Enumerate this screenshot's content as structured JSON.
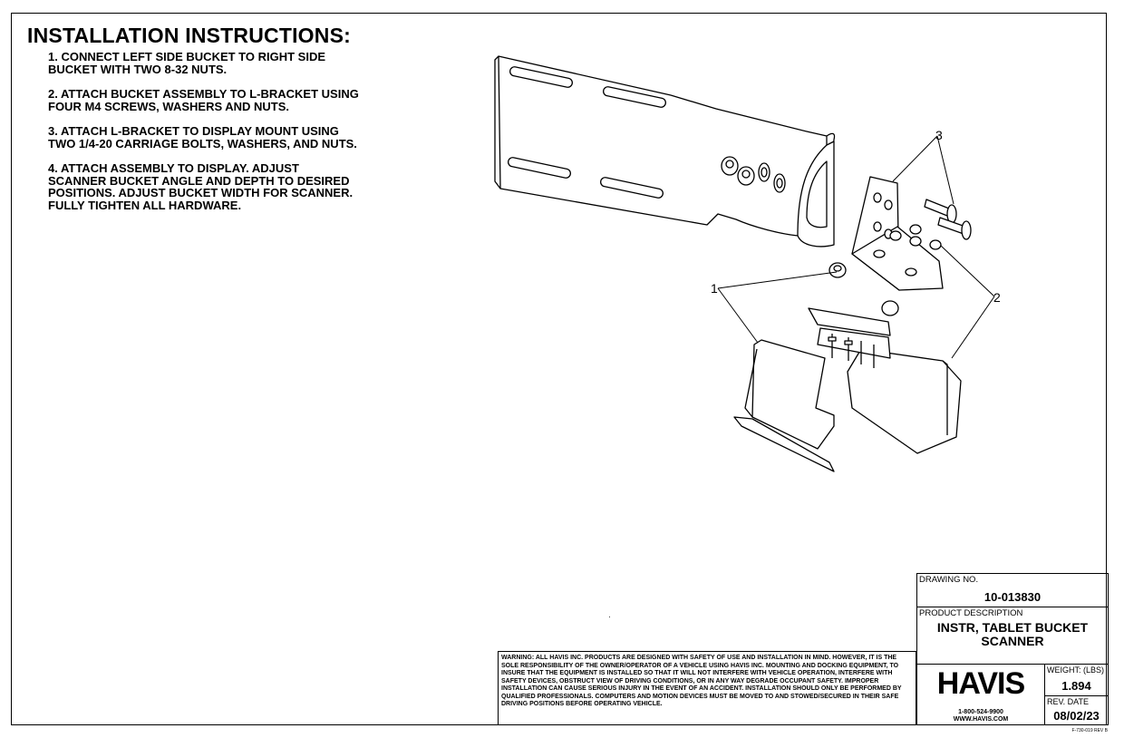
{
  "instructions": {
    "title": "INSTALLATION INSTRUCTIONS:",
    "steps": [
      "1.  CONNECT LEFT SIDE BUCKET TO RIGHT SIDE\nBUCKET WITH TWO 8-32 NUTS.",
      "2.  ATTACH BUCKET ASSEMBLY TO L-BRACKET USING\nFOUR M4 SCREWS, WASHERS AND NUTS.",
      "3.  ATTACH L-BRACKET TO DISPLAY MOUNT USING\nTWO 1/4-20 CARRIAGE BOLTS, WASHERS, AND NUTS.",
      "4.  ATTACH ASSEMBLY TO DISPLAY. ADJUST\nSCANNER BUCKET ANGLE AND DEPTH TO DESIRED\nPOSITIONS. ADJUST BUCKET WIDTH FOR SCANNER.\nFULLY TIGHTEN ALL HARDWARE."
    ]
  },
  "drawing": {
    "callouts": [
      "1",
      "2",
      "3"
    ]
  },
  "warning": {
    "text": "WARNING:  ALL HAVIS INC. PRODUCTS ARE DESIGNED WITH SAFETY OF USE AND INSTALLATION IN MIND.  HOWEVER, IT IS THE SOLE RESPONSIBILITY OF THE OWNER/OPERATOR OF A VEHICLE USING HAVIS INC. MOUNTING AND DOCKING EQUIPMENT, TO INSURE THAT THE EQUIPMENT IS INSTALLED SO THAT IT WILL NOT INTERFERE WITH VEHICLE OPERATION, INTERFERE WITH SAFETY DEVICES, OBSTRUCT VIEW OF DRIVING CONDITIONS, OR IN ANY WAY DEGRADE OCCUPANT SAFETY.  IMPROPER INSTALLATION CAN CAUSE SERIOUS INJURY IN THE EVENT OF AN ACCIDENT.  INSTALLATION SHOULD ONLY BE PERFORMED BY QUALIFIED PROFESSIONALS.  COMPUTERS AND MOTION DEVICES MUST BE MOVED TO AND STOWED/SECURED IN THEIR SAFE DRIVING POSITIONS BEFORE OPERATING VEHICLE."
  },
  "title_block": {
    "drawing_no_label": "DRAWING NO.",
    "drawing_no": "10-013830",
    "product_description_label": "PRODUCT DESCRIPTION",
    "product_description": "INSTR, TABLET BUCKET\nSCANNER",
    "logo": "HAVIS",
    "phone": "1-800-524-9900",
    "website": "WWW.HAVIS.COM",
    "weight_label": "WEIGHT: (LBS)",
    "weight": "1.894",
    "rev_date_label": "REV. DATE",
    "rev_date": "08/02/23",
    "form_code": "F-730-019 REV B"
  },
  "colors": {
    "ink": "#000000",
    "paper": "#ffffff",
    "line_gray": "#555555"
  }
}
